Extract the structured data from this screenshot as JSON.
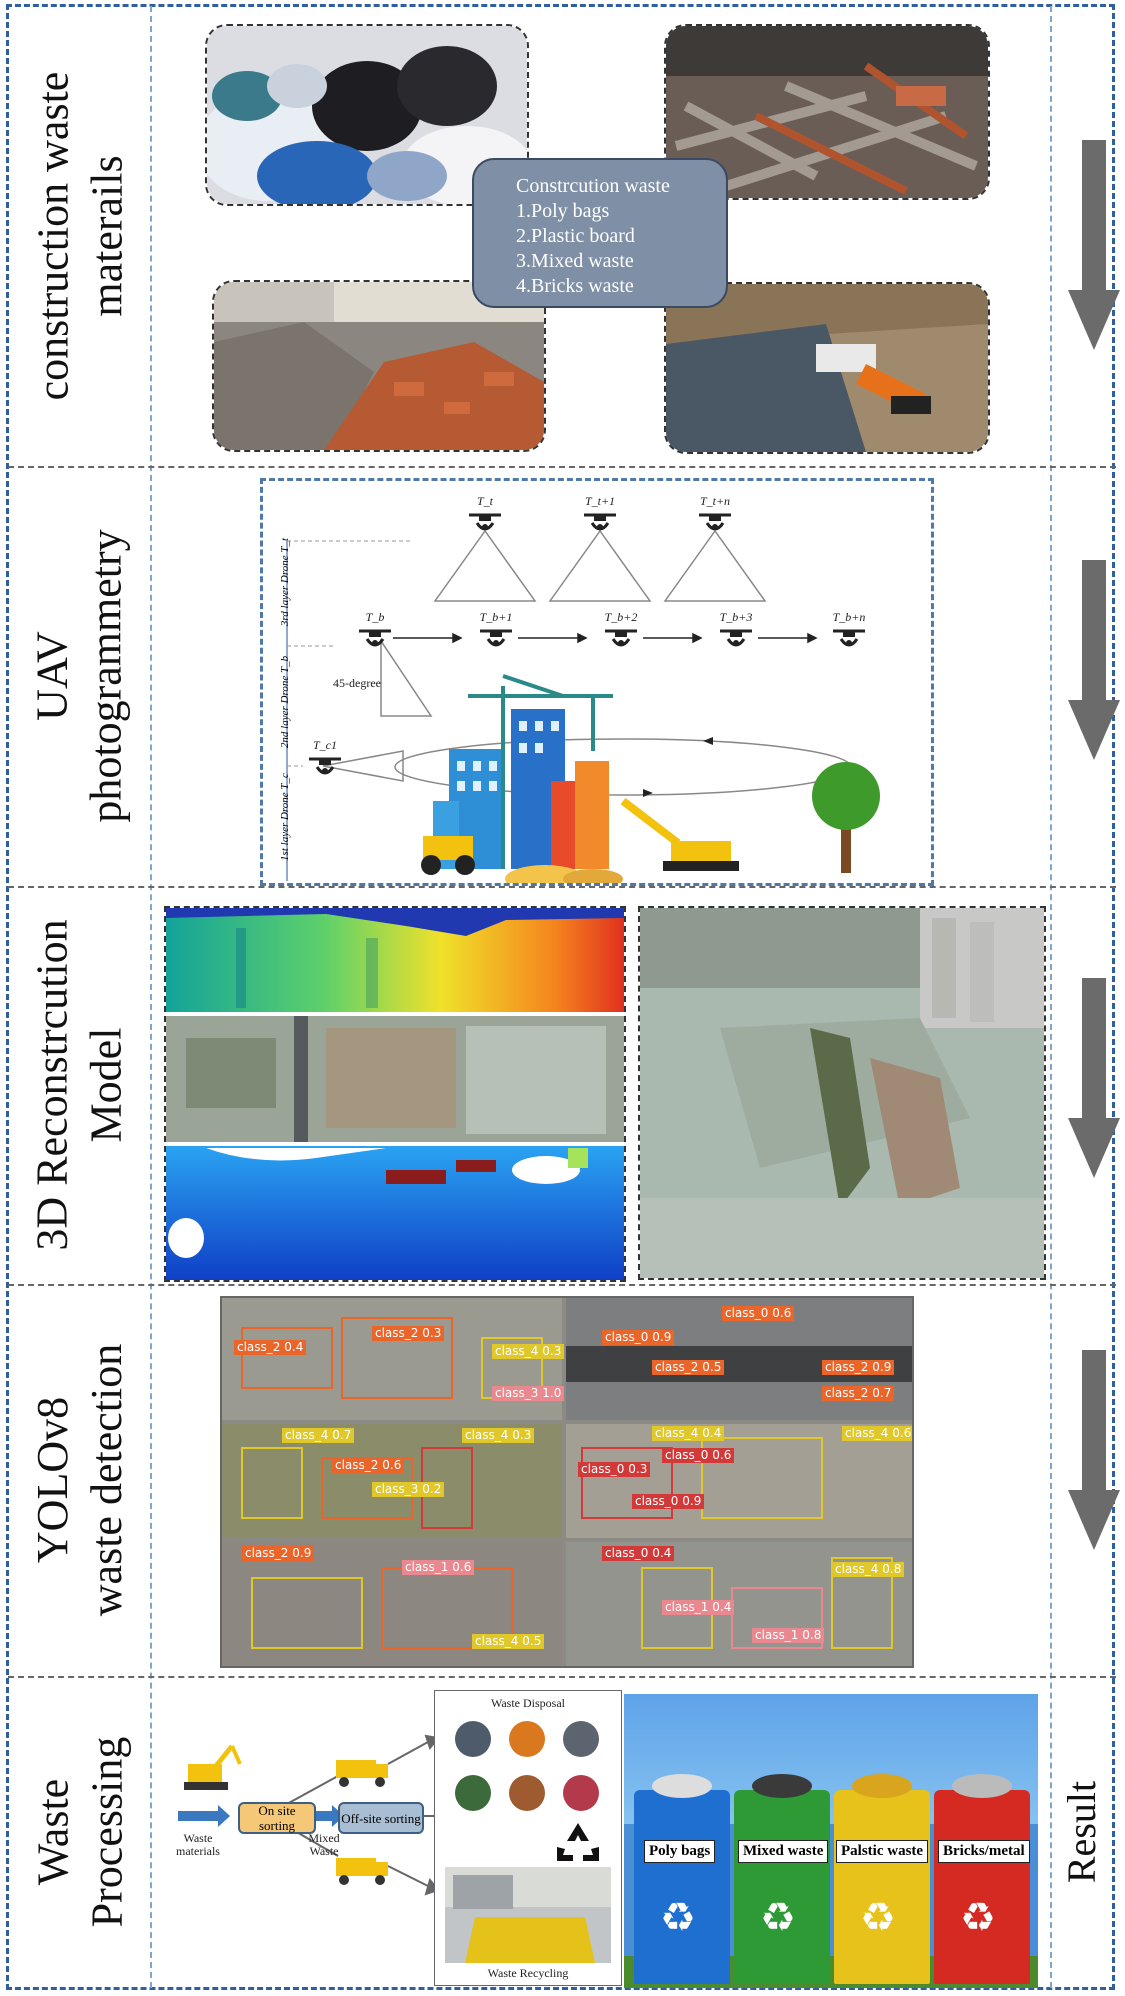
{
  "rows": [
    {
      "label_lines": [
        "construction  waste",
        "materails"
      ]
    },
    {
      "label_lines": [
        "UAV",
        "photogrammetry"
      ]
    },
    {
      "label_lines": [
        "3D Reconstrcution",
        "Model"
      ]
    },
    {
      "label_lines": [
        "YOLOv8",
        "waste detection"
      ]
    },
    {
      "label_lines": [
        "Waste",
        "Processing"
      ]
    }
  ],
  "result_label": "Result",
  "materials": {
    "title": "Constrcution waste",
    "items": [
      "1.Poly bags",
      "2.Plastic board",
      "3.Mixed waste",
      "4.Bricks waste"
    ]
  },
  "uav": {
    "top_drones": [
      "T_t",
      "T_t+1",
      "T_t+n"
    ],
    "mid_drones": [
      "T_b",
      "T_b+1",
      "T_b+2",
      "T_b+3",
      "T_b+n"
    ],
    "low_drone": "T_c1",
    "angle_label": "45-degree",
    "layer_labels": [
      "3rd layer Drone  T_t",
      "2nd layer Drone  T_b",
      "1st layer Drone  T_c"
    ]
  },
  "yolo": {
    "tags": [
      "class_2 0.4",
      "class_2 0.3",
      "class_4 0.3",
      "class_0 0.6",
      "class_0 0.9",
      "class_4 0.7",
      "class_2 0.6",
      "class_3 0.2",
      "class_4 0.3",
      "class_0 0.3",
      "class_0 0.6",
      "class_0 0.9",
      "class_2 0.9",
      "class_3 1.0",
      "class_4 0.4",
      "class_1 0.6",
      "class_2 0.9",
      "class_2 0.7",
      "class_4 0.6",
      "class_0 0.4",
      "class_2 0.5",
      "class_4 0.8",
      "class_1 0.4",
      "class_4 0.5",
      "class_1 0.8"
    ]
  },
  "processing": {
    "disposal_title": "Waste Disposal",
    "recycling_title": "Waste Recycling",
    "on_site": "On site sorting",
    "off_site": "Off-site sorting",
    "waste_materials": "Waste materials",
    "mixed_waste": "Mixed Waste",
    "bins": [
      {
        "label": "Poly bags",
        "color": "#1f6fd1"
      },
      {
        "label": "Mixed waste",
        "color": "#2e9a35"
      },
      {
        "label": "Palstic waste",
        "color": "#e6c21a"
      },
      {
        "label": "Bricks/metal",
        "color": "#d42a22"
      }
    ]
  },
  "colors": {
    "frame": "#2f5f9e",
    "arrow": "#6b6b6b",
    "callout": "#7f8fa6"
  }
}
